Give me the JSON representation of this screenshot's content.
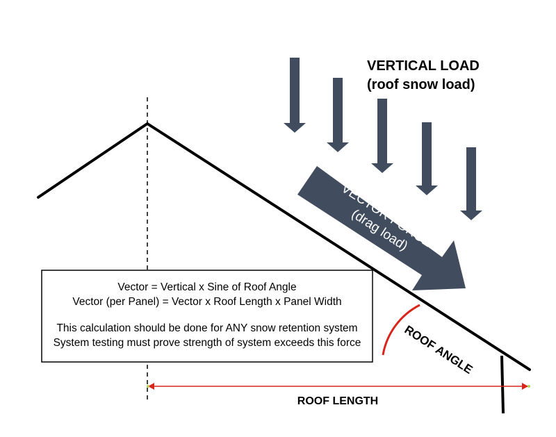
{
  "colors": {
    "arrow_fill": "#414c5e",
    "roof_line": "#000000",
    "angle_arc": "#d9261c",
    "length_arrow": "#d9261c",
    "background": "#ffffff"
  },
  "labels": {
    "vertical_load_line1": "VERTICAL LOAD",
    "vertical_load_line2": "(roof snow load)",
    "vector_force_line1": "VECTOR FORCE",
    "vector_force_line2": "(drag load)",
    "roof_angle": "ROOF ANGLE",
    "roof_length": "ROOF LENGTH"
  },
  "formula_box": {
    "line1": "Vector = Vertical x Sine of Roof Angle",
    "line2": "Vector (per Panel) = Vector x Roof Length x Panel Width",
    "line3": "This calculation should be done for ANY snow retention system",
    "line4": "System testing must prove strength of system exceeds this force"
  }
}
